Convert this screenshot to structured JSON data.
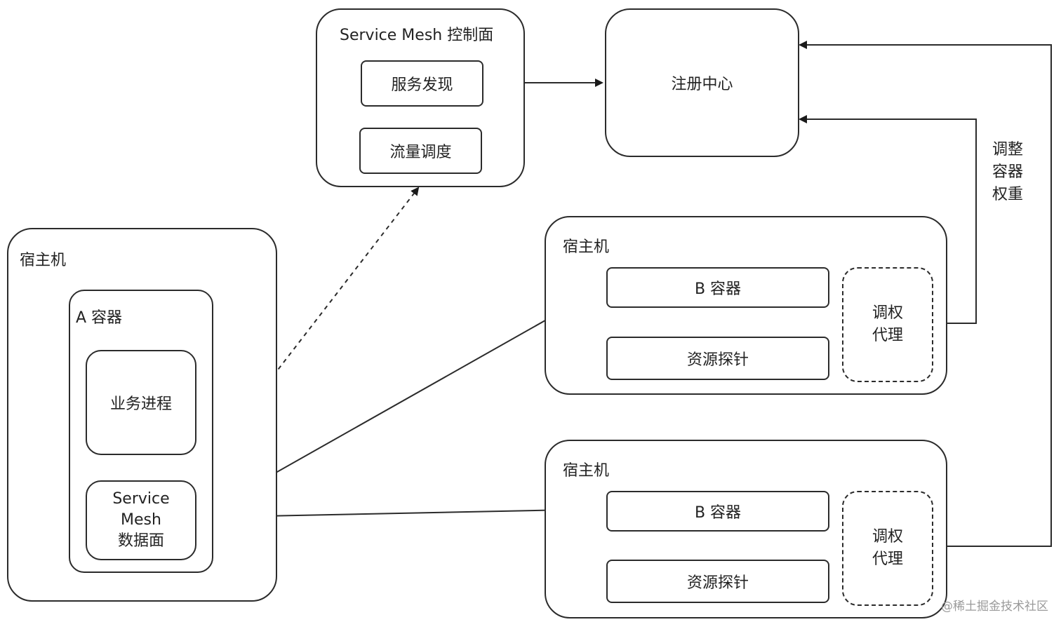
{
  "control_plane": {
    "title": "Service Mesh 控制面",
    "service_discovery": "服务发现",
    "traffic_scheduling": "流量调度"
  },
  "registry": {
    "label": "注册中心"
  },
  "host_a": {
    "title": "宿主机",
    "container_title": "A 容器",
    "business_process": "业务进程",
    "data_plane": "Service\nMesh\n数据面"
  },
  "host_b1": {
    "title": "宿主机",
    "container": "B 容器",
    "resource_probe": "资源探针",
    "weight_proxy": "调权\n代理"
  },
  "host_b2": {
    "title": "宿主机",
    "container": "B 容器",
    "resource_probe": "资源探针",
    "weight_proxy": "调权\n代理"
  },
  "edge_label": {
    "adjust_weight": "调整\n容器\n权重"
  },
  "watermark": "@稀土掘金技术社区"
}
